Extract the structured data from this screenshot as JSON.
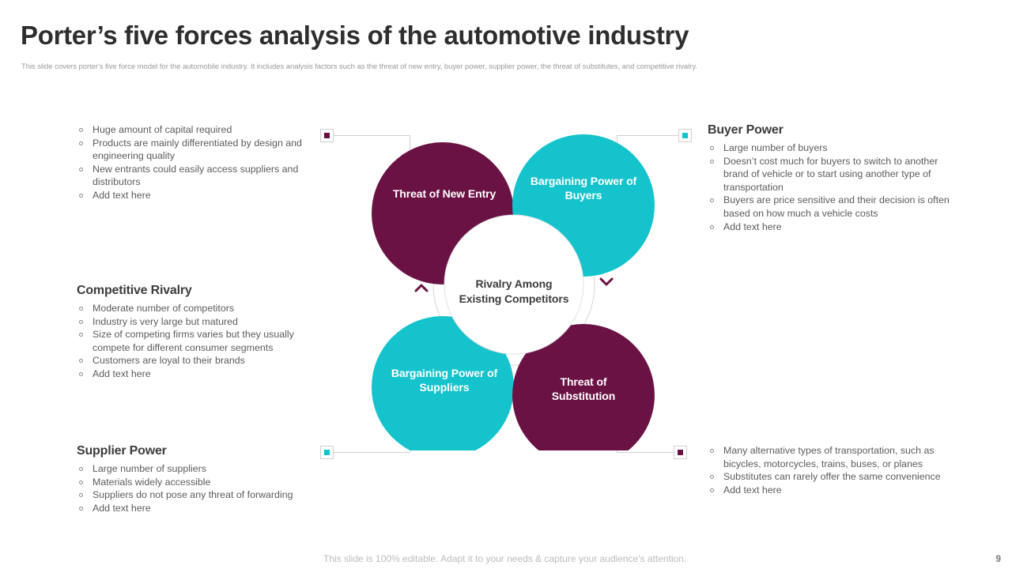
{
  "header": {
    "title": "Porter’s five forces analysis of the automotive industry",
    "subtitle": "This slide covers porter's five force model for the automobile  industry. It includes analysis factors such as the threat of new entry, buyer power, supplier power, the threat of substitutes, and competitive rivalry."
  },
  "colors": {
    "purple": "#6b1244",
    "teal": "#15c3cc",
    "title": "#2e2e2e",
    "body": "#5c5c5c",
    "ring": "#d6d6d6"
  },
  "blocks": {
    "new_entry": {
      "heading": "",
      "bullets": [
        "Huge amount of capital required",
        "Products are mainly differentiated  by design and engineering  quality",
        "New entrants could easily access suppliers and distributors",
        "Add text here"
      ]
    },
    "buyer_power": {
      "heading": "Buyer Power",
      "bullets": [
        "Large number of buyers",
        "Doesn’t cost much for buyers to switch to another brand  of vehicle  or to start using another type of transportation",
        "Buyers are price sensitive  and their decision is often based on how much a vehicle  costs",
        "Add text here"
      ]
    },
    "competitive_rivalry": {
      "heading": "Competitive Rivalry",
      "bullets": [
        "Moderate  number  of competitors",
        "Industry  is very  large  but matured",
        "Size of competing firms varies  but they usually compete  for  different  consumer  segments",
        "Customers  are loyal to their brands",
        "Add text here"
      ]
    },
    "supplier_power": {
      "heading": "Supplier Power",
      "bullets": [
        "Large number  of suppliers",
        "Materials  widely  accessible",
        "Suppliers  do not pose  any threat of forwarding",
        "Add text here"
      ]
    },
    "threat_of_substitution": {
      "heading": "",
      "bullets": [
        "Many alternative  types of transportation,  such as bicycles, motorcycles, trains,  buses, or planes",
        "Substitutes can rarely  offer  the same convenience",
        "Add text here"
      ]
    }
  },
  "diagram": {
    "center_label": "Rivalry Among Existing Competitors",
    "nodes": [
      {
        "id": "new-entry",
        "label": "Threat of New Entry",
        "color": "#6b1244"
      },
      {
        "id": "buyers",
        "label": "Bargaining Power of Buyers",
        "color": "#15c3cc"
      },
      {
        "id": "suppliers",
        "label": "Bargaining Power of Suppliers",
        "color": "#15c3cc"
      },
      {
        "id": "substitution",
        "label": "Threat of Substitution",
        "color": "#6b1244"
      }
    ]
  },
  "footer": {
    "note": "This slide is 100% editable. Adapt it to your needs & capture your audience's attention.",
    "page_number": "9"
  }
}
